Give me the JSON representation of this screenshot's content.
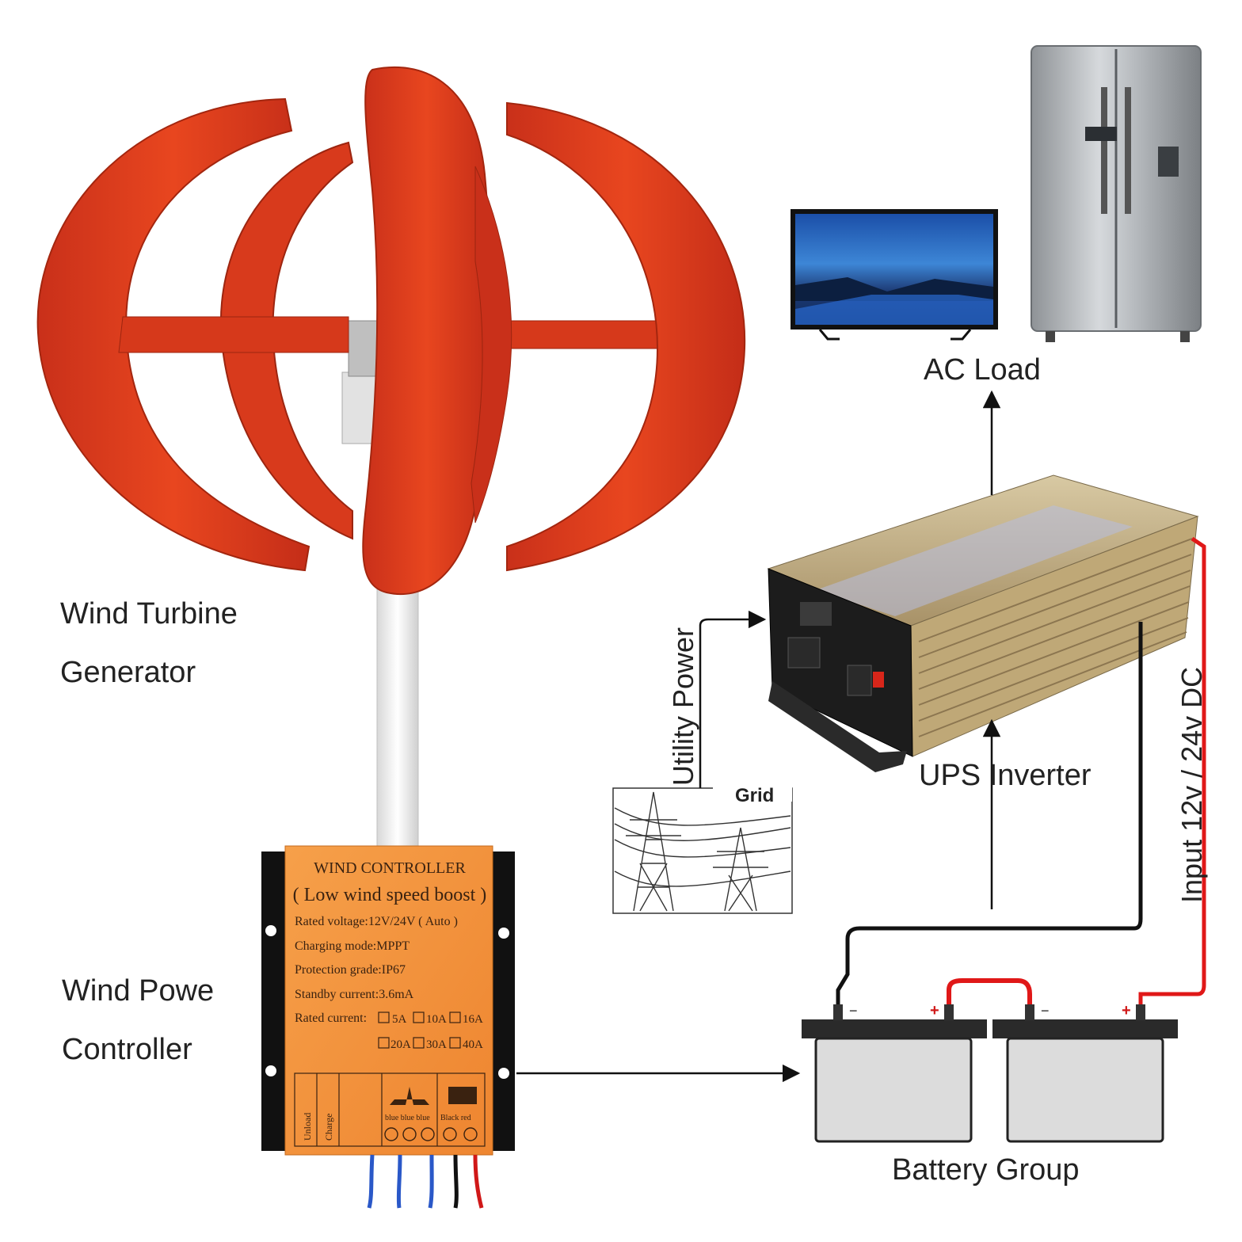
{
  "labels": {
    "wind_turbine_line1": "Wind Turbine",
    "wind_turbine_line2": "Generator",
    "wind_power_line1": "Wind Powe",
    "wind_power_line2": "Controller",
    "ac_load": "AC Load",
    "utility_power": "Utility Power",
    "grid": "Grid",
    "ups_inverter": "UPS Inverter",
    "input_dc": "Input 12v / 24v DC",
    "battery_group": "Battery Group"
  },
  "controller": {
    "title": "WIND CONTROLLER",
    "subtitle": "( Low wind speed boost )",
    "rated_voltage": "Rated voltage:12V/24V ( Auto )",
    "charging_mode": "Charging mode:MPPT",
    "protection": "Protection grade:IP67",
    "standby": "Standby current:3.6mA",
    "rated_current": "Rated current:",
    "current_options": [
      "5A",
      "10A",
      "16A",
      "20A",
      "30A",
      "40A"
    ],
    "unload": "Unload",
    "charge": "Charge",
    "blue_label": "blue blue blue",
    "black_red_label": "Black  red"
  },
  "colors": {
    "turbine_red": "#e0401c",
    "controller_orange": "#f3923a",
    "wire_red": "#e01818",
    "wire_black": "#111111",
    "inverter_gold": "#c9b48c"
  }
}
